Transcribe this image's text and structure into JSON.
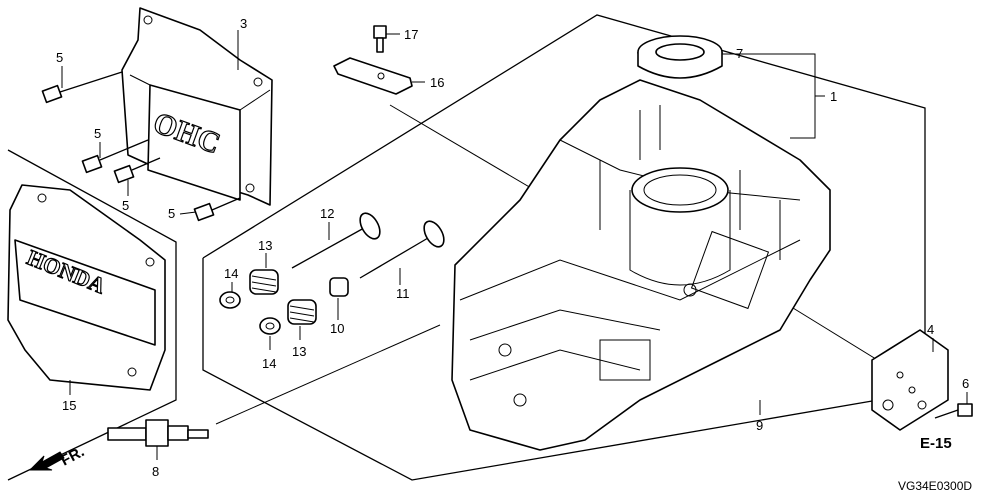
{
  "callouts": [
    {
      "id": "c1",
      "text": "1"
    },
    {
      "id": "c3",
      "text": "3"
    },
    {
      "id": "c4",
      "text": "4"
    },
    {
      "id": "c5a",
      "text": "5"
    },
    {
      "id": "c5b",
      "text": "5"
    },
    {
      "id": "c5c",
      "text": "5"
    },
    {
      "id": "c5d",
      "text": "5"
    },
    {
      "id": "c6",
      "text": "6"
    },
    {
      "id": "c7",
      "text": "7"
    },
    {
      "id": "c8",
      "text": "8"
    },
    {
      "id": "c9",
      "text": "9"
    },
    {
      "id": "c10",
      "text": "10"
    },
    {
      "id": "c11",
      "text": "11"
    },
    {
      "id": "c12",
      "text": "12"
    },
    {
      "id": "c13a",
      "text": "13"
    },
    {
      "id": "c13b",
      "text": "13"
    },
    {
      "id": "c14a",
      "text": "14"
    },
    {
      "id": "c14b",
      "text": "14"
    },
    {
      "id": "c15",
      "text": "15"
    },
    {
      "id": "c16",
      "text": "16"
    },
    {
      "id": "c17",
      "text": "17"
    }
  ],
  "reference": "E-15",
  "front_label": "FR.",
  "drawing_code": "VG34E0300D",
  "embossing": {
    "cover_upper": "OHC",
    "cover_lower": "HONDA"
  }
}
